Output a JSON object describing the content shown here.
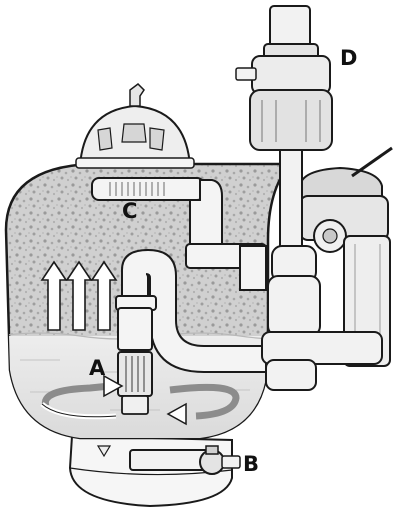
{
  "labels": {
    "a": "A",
    "b": "B",
    "c": "C",
    "d": "D"
  },
  "icons": [
    "sand-filter-tank",
    "multiport-valve",
    "pump",
    "drain-valve",
    "lateral-assembly",
    "flow-arrows"
  ],
  "colors": {
    "outline": "#1a1a1a",
    "sand": "#d2d2d2",
    "water": "#e3e3e3",
    "pipe": "#f4f4f4",
    "arrow_fill": "#ffffff",
    "swirl_gray": "#8c8c8c"
  }
}
